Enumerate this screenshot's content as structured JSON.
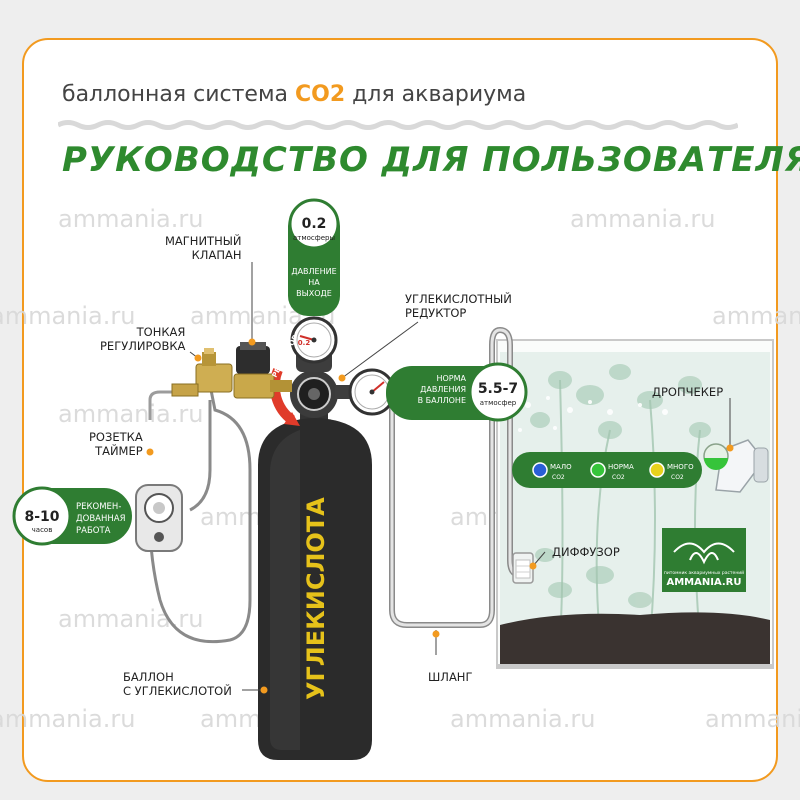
{
  "header": {
    "subtitle_part1": "баллонная система ",
    "subtitle_co2": "CO2",
    "subtitle_part2": " для аквариума",
    "title": "РУКОВОДСТВО ДЛЯ ПОЛЬЗОВАТЕЛЯ"
  },
  "watermark": "ammania.ru",
  "labels": {
    "solenoid": [
      "МАГНИТНЫЙ",
      "КЛАПАН"
    ],
    "needle_valve": [
      "ТОНКАЯ",
      "РЕГУЛИРОВКА"
    ],
    "timer_socket": [
      "РОЗЕТКА",
      "ТАЙМЕР"
    ],
    "reducer": [
      "УГЛЕКИСЛОТНЫЙ",
      "РЕДУКТОР"
    ],
    "drop_checker": "ДРОПЧЕКЕР",
    "diffuser": "ДИФФУЗОР",
    "hose": "ШЛАНГ",
    "cylinder": [
      "БАЛЛОН",
      "С УГЛЕКИСЛОТОЙ"
    ]
  },
  "output_pressure": {
    "value": "0.2",
    "unit": "атмосферы",
    "caption": [
      "ДАВЛЕНИЕ",
      "НА",
      "ВЫХОДЕ"
    ]
  },
  "cylinder_pressure": {
    "caption": [
      "НОРМА",
      "ДАВЛЕНИЯ",
      "В БАЛЛОНЕ"
    ],
    "value": "5.5-7",
    "unit": "атмосфер"
  },
  "timer": {
    "value": "8-10",
    "unit": "часов",
    "caption": [
      "РЕКОМЕН-",
      "ДОВАННАЯ",
      "РАБОТА"
    ]
  },
  "regulator_arrow": "РЕГУЛЯТОР",
  "gauge_mark": "0.2",
  "cylinder_text": "УГЛЕКИСЛОТА",
  "co2_levels": [
    {
      "label": "МАЛО",
      "sub": "CO2",
      "color": "#2a5fd6"
    },
    {
      "label": "НОРМА",
      "sub": "CO2",
      "color": "#36c43a"
    },
    {
      "label": "МНОГО",
      "sub": "CO2",
      "color": "#e8d21c"
    }
  ],
  "logo": {
    "small": "питомник аквариумных растений",
    "name": "AMMANIA.RU"
  },
  "colors": {
    "accent_orange": "#f29a1f",
    "brand_green": "#2e8a2e",
    "panel_green": "#2f7d32",
    "cylinder": "#2b2b2b",
    "cylinder_text": "#e6c21a"
  }
}
